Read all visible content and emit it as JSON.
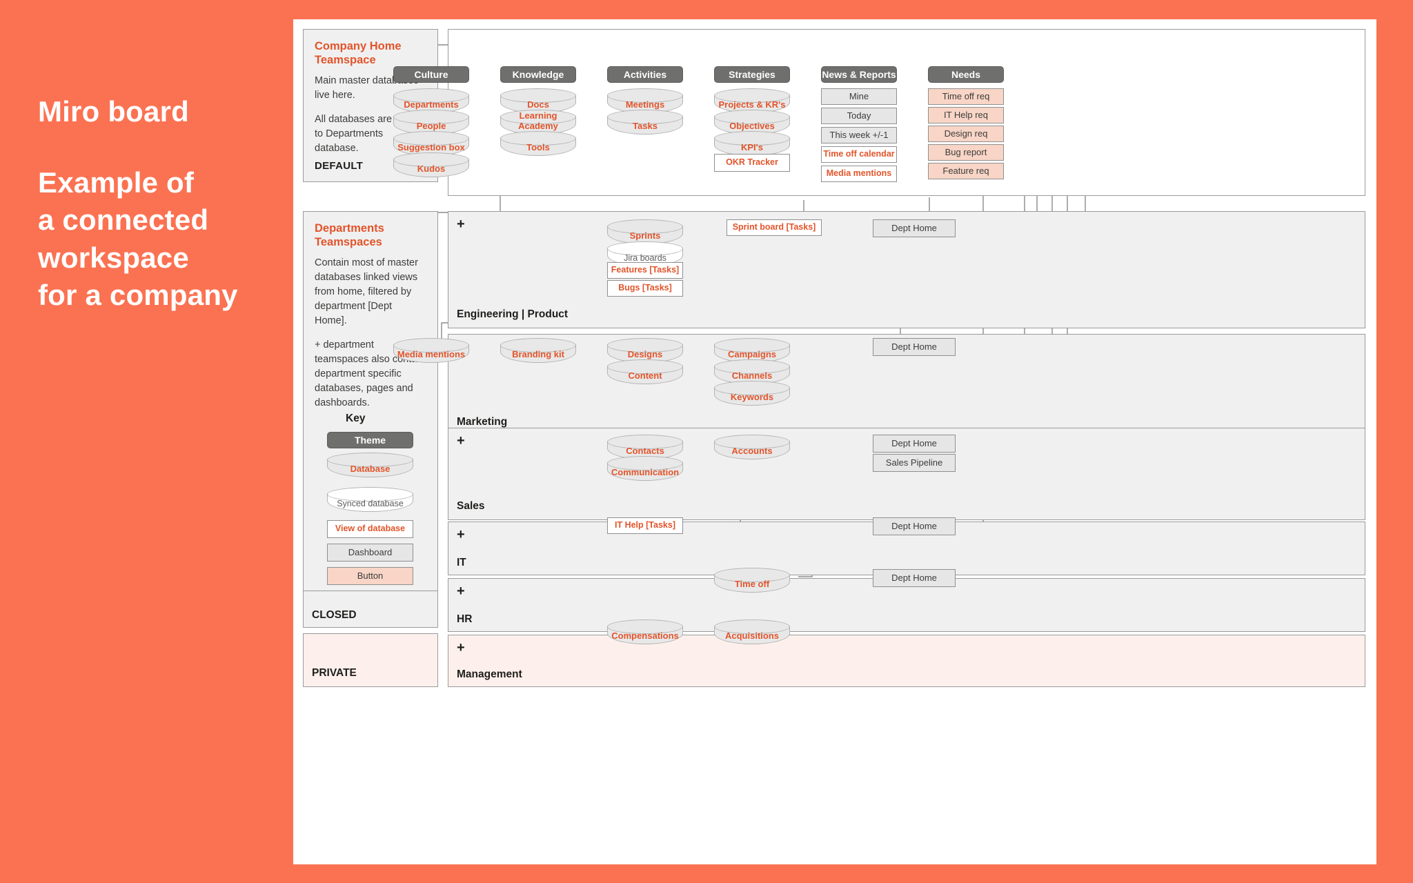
{
  "accent_colors": {
    "background": "#fb7252",
    "orange_text": "#e2542a",
    "theme_pill": "#6f6f6e",
    "database_fill": "#e8e8e8",
    "button_fill": "#f8d5c6",
    "dashboard_fill": "#e6e6e6",
    "private_fill": "#fdf0ec"
  },
  "title": {
    "line1": "Miro board",
    "line2": "Example of",
    "line3": "a connected",
    "line4": "workspace",
    "line5": "for a company"
  },
  "notes": [
    {
      "heading": "Company Home\nTeamspace",
      "heading_l1": "Company Home",
      "heading_l2": "Teamspace",
      "para1": "Main master databases live here.",
      "para2": "All databases are related to Departments database.",
      "tag": "DEFAULT"
    },
    {
      "heading_l1": "Departments",
      "heading_l2": "Teamspaces",
      "para1": "Contain most of master databases linked views from home, filtered by department [Dept Home].",
      "para2": "+ department teamspaces also contain department specific databases, pages and dashboards.",
      "tag": "CLOSED"
    }
  ],
  "closed_panel": {
    "tag": "CLOSED"
  },
  "private_panel": {
    "tag": "PRIVATE"
  },
  "key": {
    "title": "Key",
    "items": [
      {
        "label": "Theme",
        "kind": "theme"
      },
      {
        "label": "Database",
        "kind": "database"
      },
      {
        "label": "Synced database",
        "kind": "synced"
      },
      {
        "label": "View of database",
        "kind": "view"
      },
      {
        "label": "Dashboard",
        "kind": "dashboard"
      },
      {
        "label": "Button",
        "kind": "button"
      }
    ]
  },
  "home": {
    "themes": [
      {
        "label": "Culture"
      },
      {
        "label": "Knowledge"
      },
      {
        "label": "Activities"
      },
      {
        "label": "Strategies"
      },
      {
        "label": "News & Reports"
      },
      {
        "label": "Needs"
      }
    ],
    "culture": [
      "Departments",
      "People",
      "Suggestion box",
      "Kudos"
    ],
    "knowledge": [
      "Docs",
      "Learning Academy",
      "Tools"
    ],
    "activities": [
      "Meetings",
      "Tasks"
    ],
    "strategies": [
      "Projects & KR's",
      "Objectives",
      "KPI's"
    ],
    "strategies_view": "OKR Tracker",
    "news": [
      {
        "label": "Mine",
        "kind": "dashboard"
      },
      {
        "label": "Today",
        "kind": "dashboard"
      },
      {
        "label": "This week +/-1",
        "kind": "dashboard"
      },
      {
        "label": "Time off calendar",
        "kind": "view"
      },
      {
        "label": "Media mentions",
        "kind": "view"
      }
    ],
    "needs": [
      {
        "label": "Time off req",
        "kind": "button"
      },
      {
        "label": "IT Help req",
        "kind": "button"
      },
      {
        "label": "Design req",
        "kind": "button"
      },
      {
        "label": "Bug report",
        "kind": "button"
      },
      {
        "label": "Feature req",
        "kind": "button"
      }
    ]
  },
  "departments": [
    {
      "name": "Engineering | Product",
      "plus": "+",
      "databases": [
        {
          "label": "Sprints",
          "kind": "database"
        },
        {
          "label": "Jira boards",
          "kind": "synced"
        }
      ],
      "views": [
        {
          "label": "Features [Tasks]",
          "kind": "view"
        },
        {
          "label": "Bugs [Tasks]",
          "kind": "view"
        },
        {
          "label": "Sprint board [Tasks]",
          "kind": "view"
        }
      ],
      "dashboards": [
        {
          "label": "Dept Home",
          "kind": "dashboard"
        }
      ]
    },
    {
      "name": "Marketing",
      "plus": "+",
      "databases": [
        {
          "label": "Media mentions",
          "kind": "database"
        },
        {
          "label": "Branding kit",
          "kind": "database"
        },
        {
          "label": "Designs",
          "kind": "database"
        },
        {
          "label": "Content",
          "kind": "database"
        },
        {
          "label": "Campaigns",
          "kind": "database"
        },
        {
          "label": "Channels",
          "kind": "database"
        },
        {
          "label": "Keywords",
          "kind": "database"
        }
      ],
      "dashboards": [
        {
          "label": "Dept Home",
          "kind": "dashboard"
        }
      ]
    },
    {
      "name": "Sales",
      "plus": "+",
      "databases": [
        {
          "label": "Contacts",
          "kind": "database"
        },
        {
          "label": "Communication",
          "kind": "database"
        },
        {
          "label": "Accounts",
          "kind": "database"
        }
      ],
      "dashboards": [
        {
          "label": "Dept Home",
          "kind": "dashboard"
        },
        {
          "label": "Sales Pipeline",
          "kind": "dashboard"
        }
      ]
    },
    {
      "name": "IT",
      "plus": "+",
      "views": [
        {
          "label": "IT Help [Tasks]",
          "kind": "view"
        }
      ],
      "dashboards": [
        {
          "label": "Dept Home",
          "kind": "dashboard"
        }
      ]
    },
    {
      "name": "HR",
      "plus": "+",
      "databases": [
        {
          "label": "Time off",
          "kind": "database"
        }
      ],
      "dashboards": [
        {
          "label": "Dept Home",
          "kind": "dashboard"
        }
      ]
    },
    {
      "name": "Management",
      "plus": "+",
      "databases": [
        {
          "label": "Compensations",
          "kind": "database"
        },
        {
          "label": "Acquisitions",
          "kind": "database"
        }
      ]
    }
  ]
}
